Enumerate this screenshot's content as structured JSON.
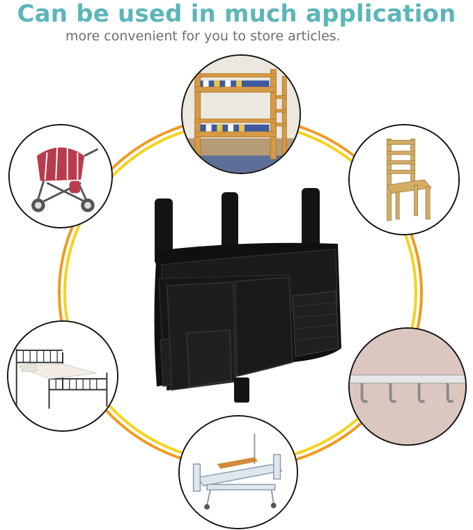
{
  "header": {
    "title": "Can be used in much application",
    "subtitle": "more convenient for you to store articles."
  },
  "colors": {
    "title": "#5cb6b9",
    "subtitle": "#6e6e6e",
    "ring_orange": "#f19a1f",
    "ring_yellow": "#f6d21c",
    "bag": "#141414"
  },
  "scenes": [
    {
      "name": "bunk-bed",
      "icon": "bunk-bed-icon"
    },
    {
      "name": "stroller",
      "icon": "stroller-icon"
    },
    {
      "name": "chair",
      "icon": "chair-icon"
    },
    {
      "name": "iron-bed",
      "icon": "iron-bed-icon"
    },
    {
      "name": "wall-hook-rack",
      "icon": "hook-rack-icon"
    },
    {
      "name": "hospital-bed",
      "icon": "hospital-bed-icon"
    }
  ],
  "product": {
    "name": "bedside-caddy-organizer",
    "icon": "caddy-bag-icon"
  }
}
